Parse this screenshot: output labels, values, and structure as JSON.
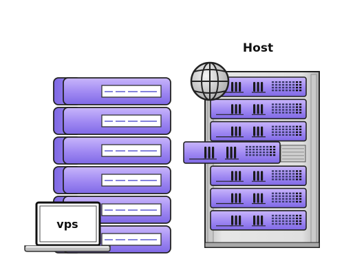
{
  "labels": {
    "host": "Host",
    "vps": "vps"
  },
  "colors": {
    "unit_light": "#b39cf5",
    "unit_mid": "#8f78ee",
    "unit_dark": "#6a55d8",
    "rack_frame": "#d5d5d5",
    "rack_shadow": "#9a9a9a",
    "outline": "#111111",
    "background": "#ffffff"
  },
  "icons": {
    "globe": "globe-icon",
    "laptop": "laptop-icon"
  },
  "counts": {
    "vps_stack_units": 6,
    "host_rack_units": 7
  }
}
